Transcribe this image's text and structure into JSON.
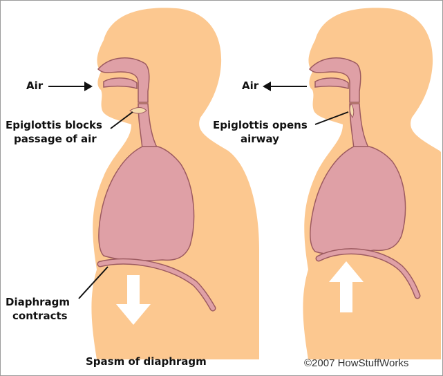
{
  "colors": {
    "skin": "#fcc890",
    "organ": "#dfa0a6",
    "organ_edge": "#9c5a60",
    "pointer": "#111111",
    "movement_arrow": "#ffffff"
  },
  "left_figure": {
    "air_label": "Air",
    "air_arrow_direction": "in",
    "epiglottis_line1": "Epiglottis blocks",
    "epiglottis_line2": "passage of air",
    "diaphragm_line1": "Diaphragm",
    "diaphragm_line2": "contracts",
    "diaphragm_arrow_direction": "down",
    "caption": "Spasm of diaphragm"
  },
  "right_figure": {
    "air_label": "Air",
    "air_arrow_direction": "out",
    "epiglottis_line1": "Epiglottis opens",
    "epiglottis_line2": "airway",
    "diaphragm_arrow_direction": "up"
  },
  "credit": "©2007 HowStuffWorks"
}
